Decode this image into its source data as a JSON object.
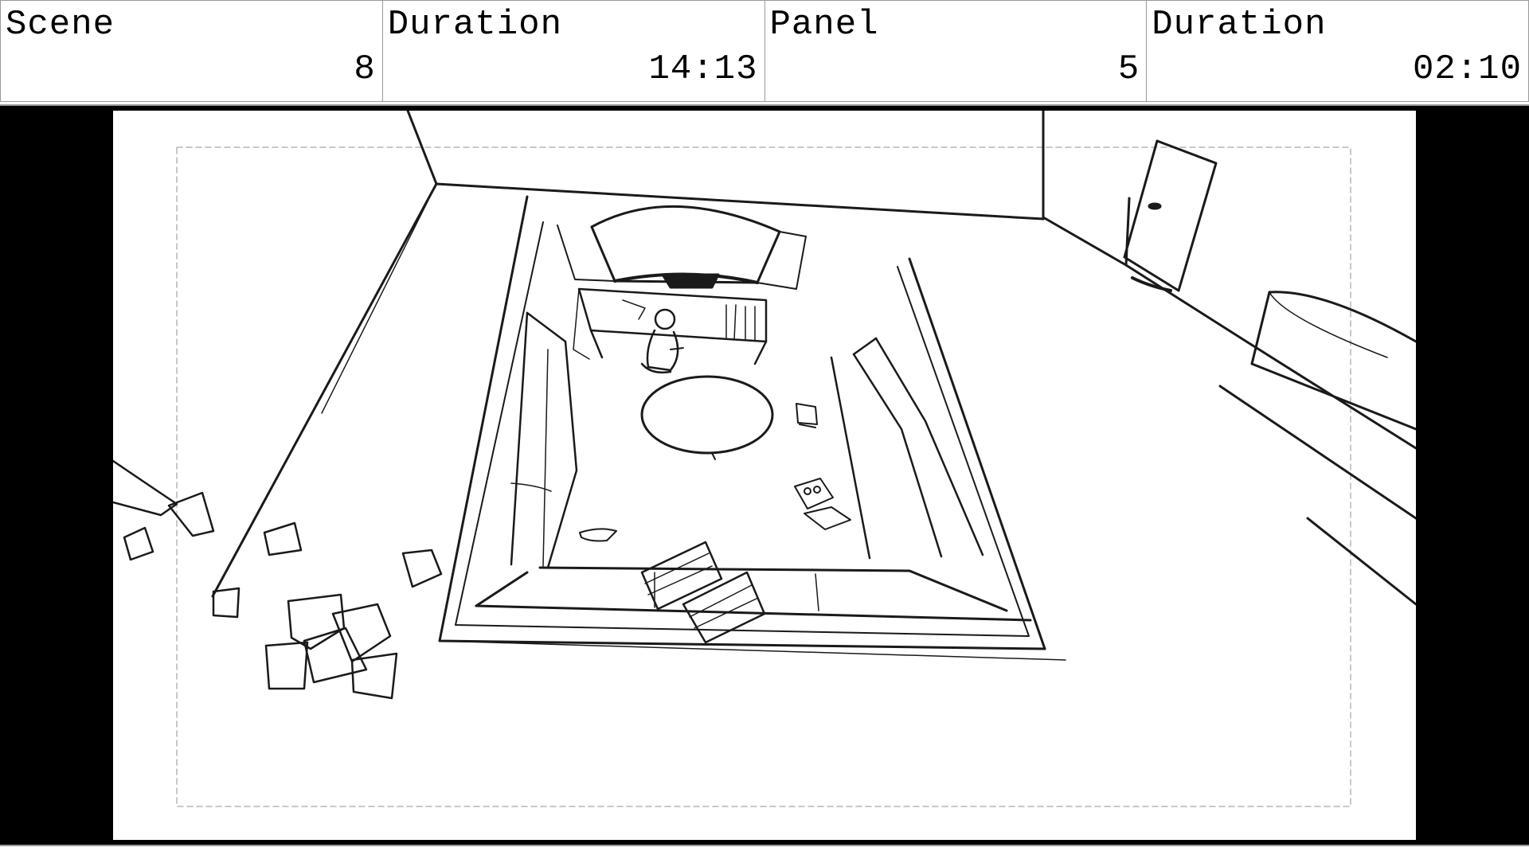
{
  "header": {
    "cells": [
      {
        "label": "Scene",
        "value": "8"
      },
      {
        "label": "Duration",
        "value": "14:13"
      },
      {
        "label": "Panel",
        "value": "5"
      },
      {
        "label": "Duration",
        "value": "02:10"
      }
    ]
  },
  "panel": {
    "background_color": "#000000",
    "sketch_color": "#1a1a1a",
    "safe_area_color": "#b5b5b5"
  }
}
